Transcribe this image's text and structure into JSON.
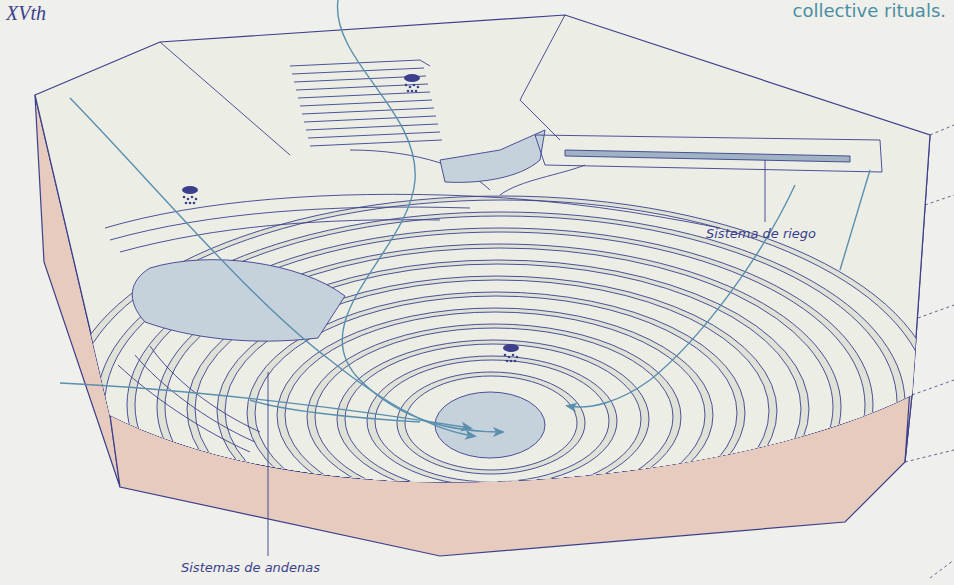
{
  "diagram": {
    "labels": [
      "XVth",
      "collective rituals.",
      "Sistema de riego",
      "Sistemas de andenas"
    ]
  }
}
